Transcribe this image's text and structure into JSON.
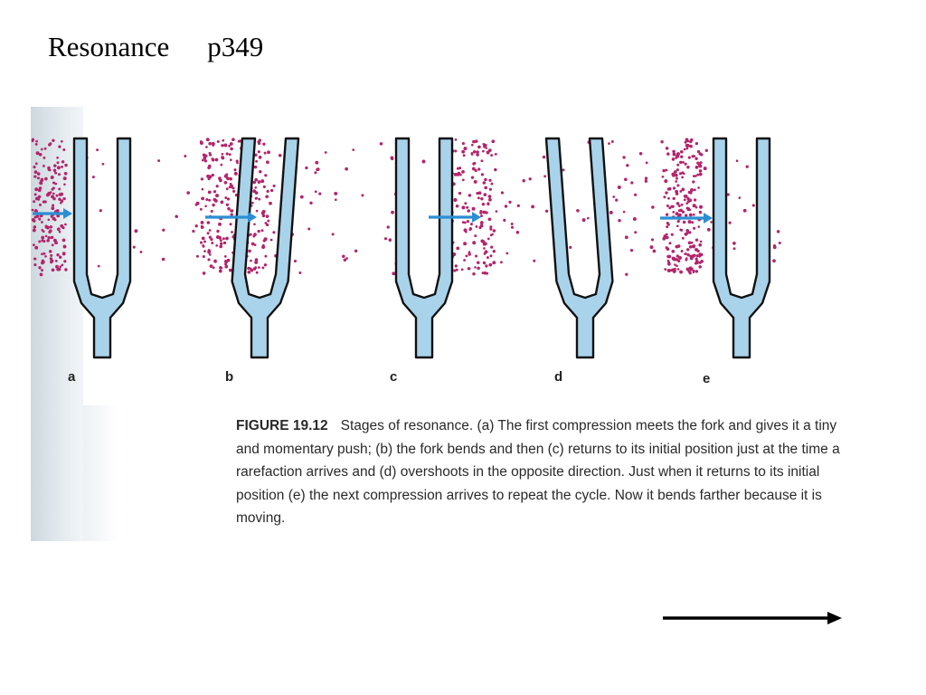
{
  "slide": {
    "title": "Resonance",
    "page_ref": "p349"
  },
  "figure": {
    "panels": [
      {
        "label": "a",
        "fork": "straight",
        "arrow": true
      },
      {
        "label": "b",
        "fork": "bent-right",
        "arrow": true
      },
      {
        "label": "c",
        "fork": "straight",
        "arrow": true
      },
      {
        "label": "d",
        "fork": "bent-left",
        "arrow": false
      },
      {
        "label": "e",
        "fork": "straight",
        "arrow": true
      }
    ],
    "caption_number": "FIGURE 19.12",
    "caption_text": "Stages of resonance. (a) The first compression meets the fork and gives it a tiny and momentary push; (b) the fork bends and then (c) returns to its initial position just at the time a rarefaction arrives and (d) overshoots in the opposite direction. Just when it returns to its initial position (e) the next compression arrives to repeat the cycle. Now it bends farther because it is moving."
  },
  "colors": {
    "fork_fill": "#a9d3ea",
    "fork_outline": "#111111",
    "dots": "#b3246a",
    "push_arrow": "#2b8fd3",
    "slide_arrow": "#000000"
  }
}
